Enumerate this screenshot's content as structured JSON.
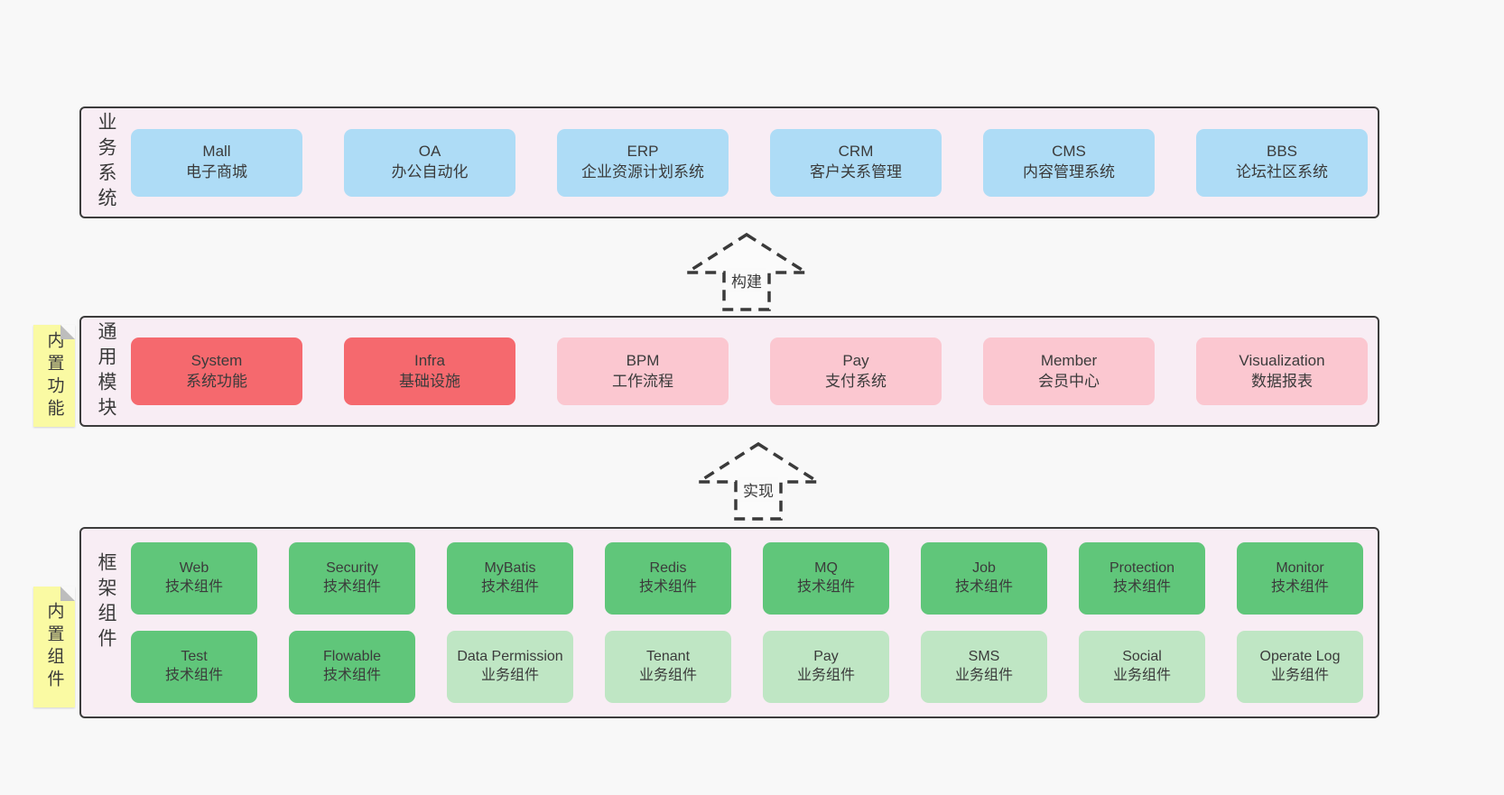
{
  "colors": {
    "page_bg": "#f8f8f8",
    "band_bg": "#f8edf4",
    "band_border": "#3c3c3c",
    "blue_box": "#aedcf6",
    "red_box": "#f5696e",
    "pink_box": "#fbc7d0",
    "green_dark_box": "#60c67a",
    "green_light_box": "#bfe6c4",
    "sticky_note": "#fafaa3",
    "sticky_fold": "#bdbdbd",
    "text": "#3b3b3b"
  },
  "bands": {
    "business": {
      "label": "业务系统",
      "boxes": [
        {
          "en": "Mall",
          "zh": "电子商城"
        },
        {
          "en": "OA",
          "zh": "办公自动化"
        },
        {
          "en": "ERP",
          "zh": "企业资源计划系统"
        },
        {
          "en": "CRM",
          "zh": "客户关系管理"
        },
        {
          "en": "CMS",
          "zh": "内容管理系统"
        },
        {
          "en": "BBS",
          "zh": "论坛社区系统"
        }
      ]
    },
    "modules": {
      "label": "通用模块",
      "sticky": "内置功能",
      "boxes": [
        {
          "en": "System",
          "zh": "系统功能"
        },
        {
          "en": "Infra",
          "zh": "基础设施"
        },
        {
          "en": "BPM",
          "zh": "工作流程"
        },
        {
          "en": "Pay",
          "zh": "支付系统"
        },
        {
          "en": "Member",
          "zh": "会员中心"
        },
        {
          "en": "Visualization",
          "zh": "数据报表"
        }
      ]
    },
    "components": {
      "label": "框架组件",
      "sticky": "内置组件",
      "row1": [
        {
          "en": "Web",
          "zh": "技术组件"
        },
        {
          "en": "Security",
          "zh": "技术组件"
        },
        {
          "en": "MyBatis",
          "zh": "技术组件"
        },
        {
          "en": "Redis",
          "zh": "技术组件"
        },
        {
          "en": "MQ",
          "zh": "技术组件"
        },
        {
          "en": "Job",
          "zh": "技术组件"
        },
        {
          "en": "Protection",
          "zh": "技术组件"
        },
        {
          "en": "Monitor",
          "zh": "技术组件"
        }
      ],
      "row2": [
        {
          "en": "Test",
          "zh": "技术组件"
        },
        {
          "en": "Flowable",
          "zh": "技术组件"
        },
        {
          "en": "Data Permission",
          "zh": "业务组件"
        },
        {
          "en": "Tenant",
          "zh": "业务组件"
        },
        {
          "en": "Pay",
          "zh": "业务组件"
        },
        {
          "en": "SMS",
          "zh": "业务组件"
        },
        {
          "en": "Social",
          "zh": "业务组件"
        },
        {
          "en": "Operate Log",
          "zh": "业务组件"
        }
      ]
    }
  },
  "arrows": {
    "build": "构建",
    "implement": "实现"
  }
}
